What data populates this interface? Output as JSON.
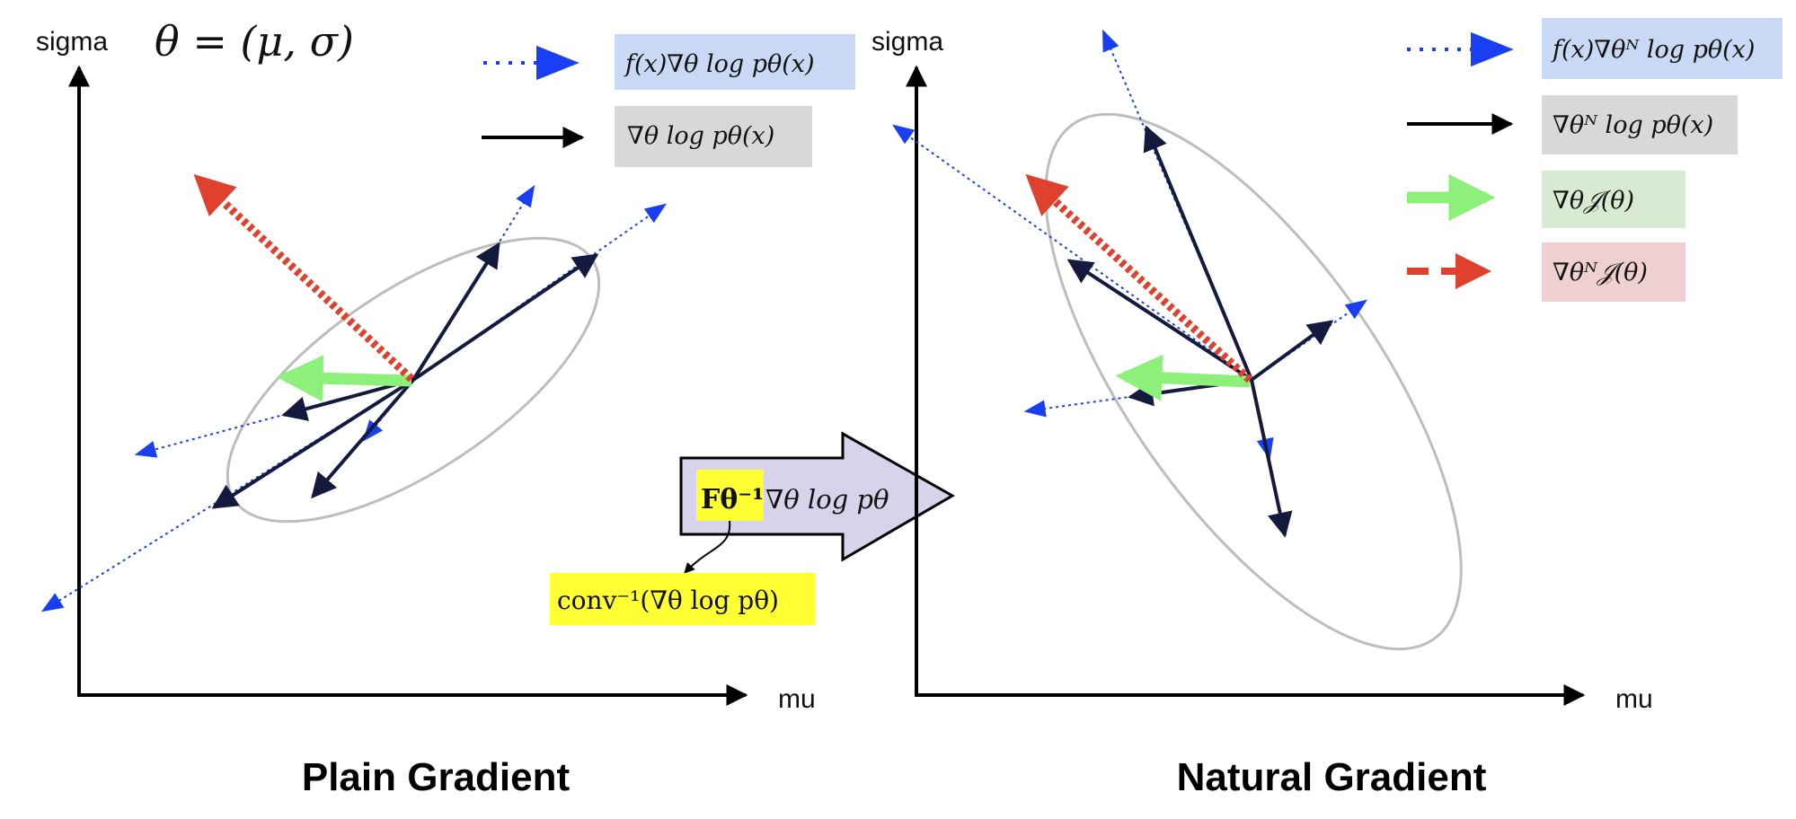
{
  "theta_def": "θ = (μ, σ)",
  "colors": {
    "blue": "#1a3ff2",
    "navy": "#141a3d",
    "green": "#8cf07a",
    "red": "#e0402e",
    "ellipse": "#bdbdbd",
    "legend_blue_bg": "#c9d9f5",
    "legend_gray_bg": "#d8d8d8",
    "legend_green_bg": "#d9ead3",
    "legend_red_bg": "#efd0d0",
    "highlight_yellow": "#ffff33",
    "transform_fill": "#d6d3ea"
  },
  "left_panel": {
    "y_axis_label": "sigma",
    "x_axis_label": "mu",
    "caption": "Plain Gradient",
    "legend": [
      {
        "style": "dotted-blue",
        "text": "f(x)∇θ log pθ(x)"
      },
      {
        "style": "solid-black",
        "text": "∇θ log pθ(x)"
      }
    ]
  },
  "right_panel": {
    "y_axis_label": "sigma",
    "x_axis_label": "mu",
    "caption": "Natural Gradient",
    "legend": [
      {
        "style": "dotted-blue",
        "text": "f(x)∇θᴺ log pθ(x)"
      },
      {
        "style": "solid-black",
        "text": "∇θᴺ log pθ(x)"
      },
      {
        "style": "solid-green",
        "text": "∇θ𝒥(θ)"
      },
      {
        "style": "dashed-red",
        "text": "∇θᴺ𝒥(θ)"
      }
    ]
  },
  "transform": {
    "fisher_text": "Fθ⁻¹",
    "grad_text": "∇θ log pθ",
    "note_text": "conv⁻¹(∇θ log pθ)"
  }
}
